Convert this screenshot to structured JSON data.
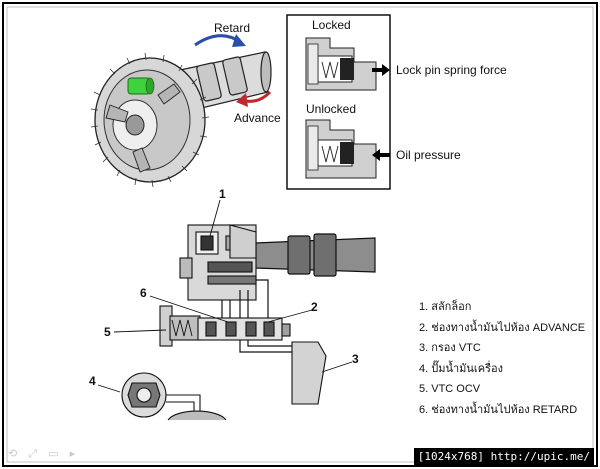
{
  "labels": {
    "retard": "Retard",
    "advance": "Advance",
    "locked": "Locked",
    "unlocked": "Unlocked",
    "lock_pin_force": "Lock pin spring force",
    "oil_pressure": "Oil pressure"
  },
  "callouts": [
    "1",
    "2",
    "3",
    "4",
    "5",
    "6"
  ],
  "legend": [
    "1. สลักล็อก",
    "2. ช่องทางน้ำมันไปห้อง ADVANCE",
    "3. กรอง VTC",
    "4. ปั๊มน้ำมันเครื่อง",
    "5. VTC OCV",
    "6. ช่องทางน้ำมันไปห้อง RETARD"
  ],
  "footer": {
    "size": "[1024x768]",
    "site": "http://upic.me/"
  },
  "colors": {
    "retard_arrow": "#2a4fa8",
    "advance_arrow": "#c0282d",
    "highlight": "#3fd23c"
  }
}
